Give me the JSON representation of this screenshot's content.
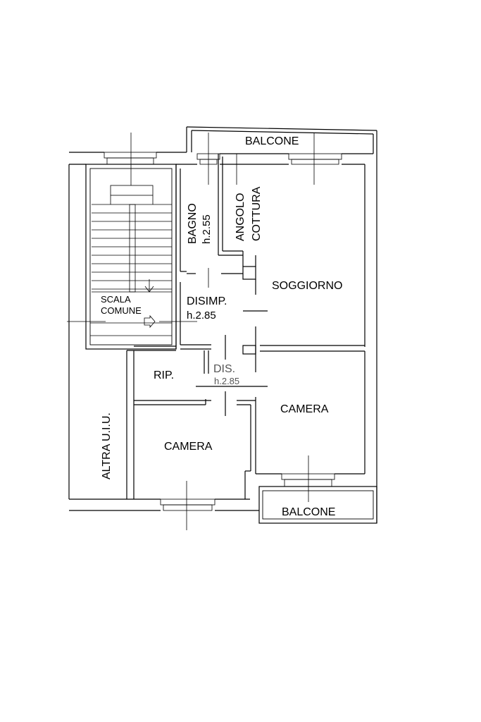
{
  "rooms": {
    "balcone_top": "BALCONE",
    "bagno": "BAGNO",
    "bagno_h": "h.2.55",
    "angolo": "ANGOLO",
    "cottura": "COTTURA",
    "soggiorno": "SOGGIORNO",
    "scala": "SCALA",
    "comune": "COMUNE",
    "disimp": "DISIMP.",
    "disimp_h": "h.2.85",
    "rip": "RIP.",
    "dis": "DIS.",
    "dis_h": "h.2.85",
    "camera_right": "CAMERA",
    "camera_left": "CAMERA",
    "altra": "ALTRA U.I.U.",
    "balcone_bottom": "BALCONE"
  }
}
